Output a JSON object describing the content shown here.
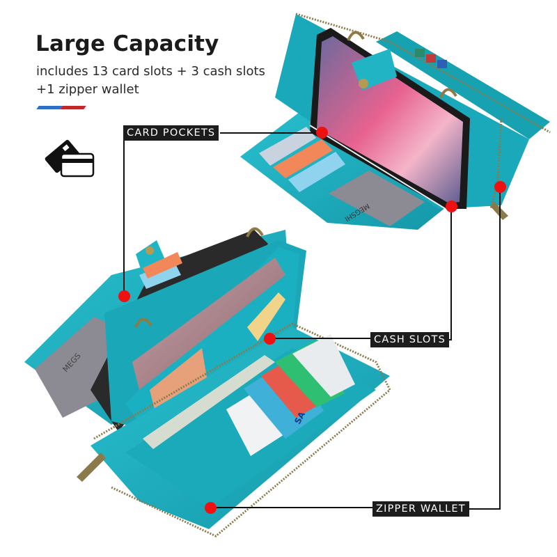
{
  "header": {
    "title": "Large Capacity",
    "subtitle_lines": [
      "includes 13 card slots + 3 cash slots",
      "+1 zipper wallet"
    ]
  },
  "accent_stripes": {
    "left_color": "#2f6fc4",
    "right_color": "#c0282a"
  },
  "icon": {
    "name": "credit-cards-icon"
  },
  "callouts": [
    {
      "id": "card-pockets",
      "label": "CARD POCKETS",
      "hotspots": [
        [
          462,
          190
        ],
        [
          178,
          425
        ]
      ]
    },
    {
      "id": "cash-slots",
      "label": "CASH SLOTS",
      "hotspots": [
        [
          648,
          296
        ],
        [
          387,
          486
        ]
      ]
    },
    {
      "id": "zipper-wallet",
      "label": "ZIPPER WALLET",
      "hotspots": [
        [
          718,
          268
        ],
        [
          302,
          729
        ]
      ]
    }
  ],
  "colors": {
    "hotspot": "#ee1111",
    "label_bg": "#1c1c1c",
    "leather": "#1fb3c4",
    "leather_dark": "#158e9c",
    "zipper": "#8a7a4a"
  },
  "product_text": {
    "brand_imprint_top": "MEGSHI",
    "brand_imprint_bottom": "MEGS",
    "card_text": "SA"
  }
}
